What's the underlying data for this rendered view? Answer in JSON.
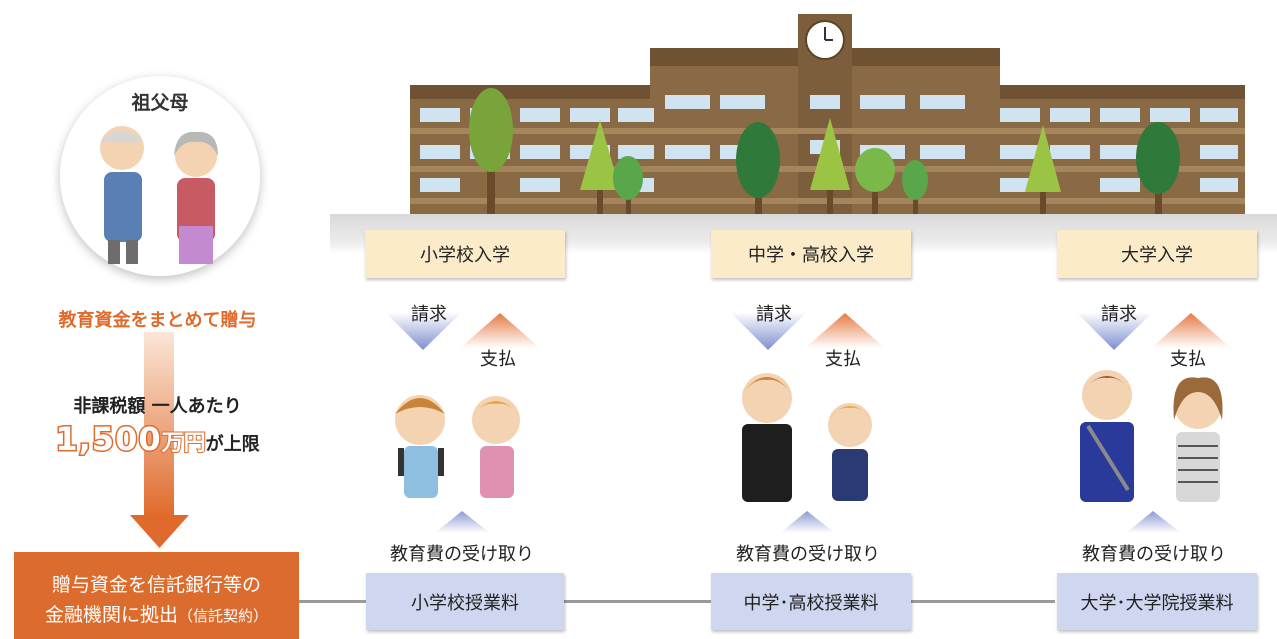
{
  "grandparents": {
    "label": "祖父母"
  },
  "gift_label": "教育資金をまとめて贈与",
  "tax_limit": {
    "line1": "非課税額 一人あたり",
    "amount": "1,500",
    "unit": "万円",
    "suffix": "が上限"
  },
  "trust": {
    "line1": "贈与資金を信託銀行等の",
    "line2_main": "金融機関に拠出",
    "line2_note": "（信託契約）"
  },
  "stages": [
    {
      "entrance": "小学校入学",
      "request": "請求",
      "payment": "支払",
      "receive": "教育費の受け取り",
      "fee": "小学校授業料"
    },
    {
      "entrance": "中学・高校入学",
      "request": "請求",
      "payment": "支払",
      "receive": "教育費の受け取り",
      "fee": "中学･高校授業料"
    },
    {
      "entrance": "大学入学",
      "request": "請求",
      "payment": "支払",
      "receive": "教育費の受け取り",
      "fee": "大学･大学院授業料"
    }
  ],
  "colors": {
    "orange": "#dc6c2e",
    "stage_box": "#fbebc9",
    "fee_box": "#cfd6ef",
    "building": "#8a6a45"
  }
}
